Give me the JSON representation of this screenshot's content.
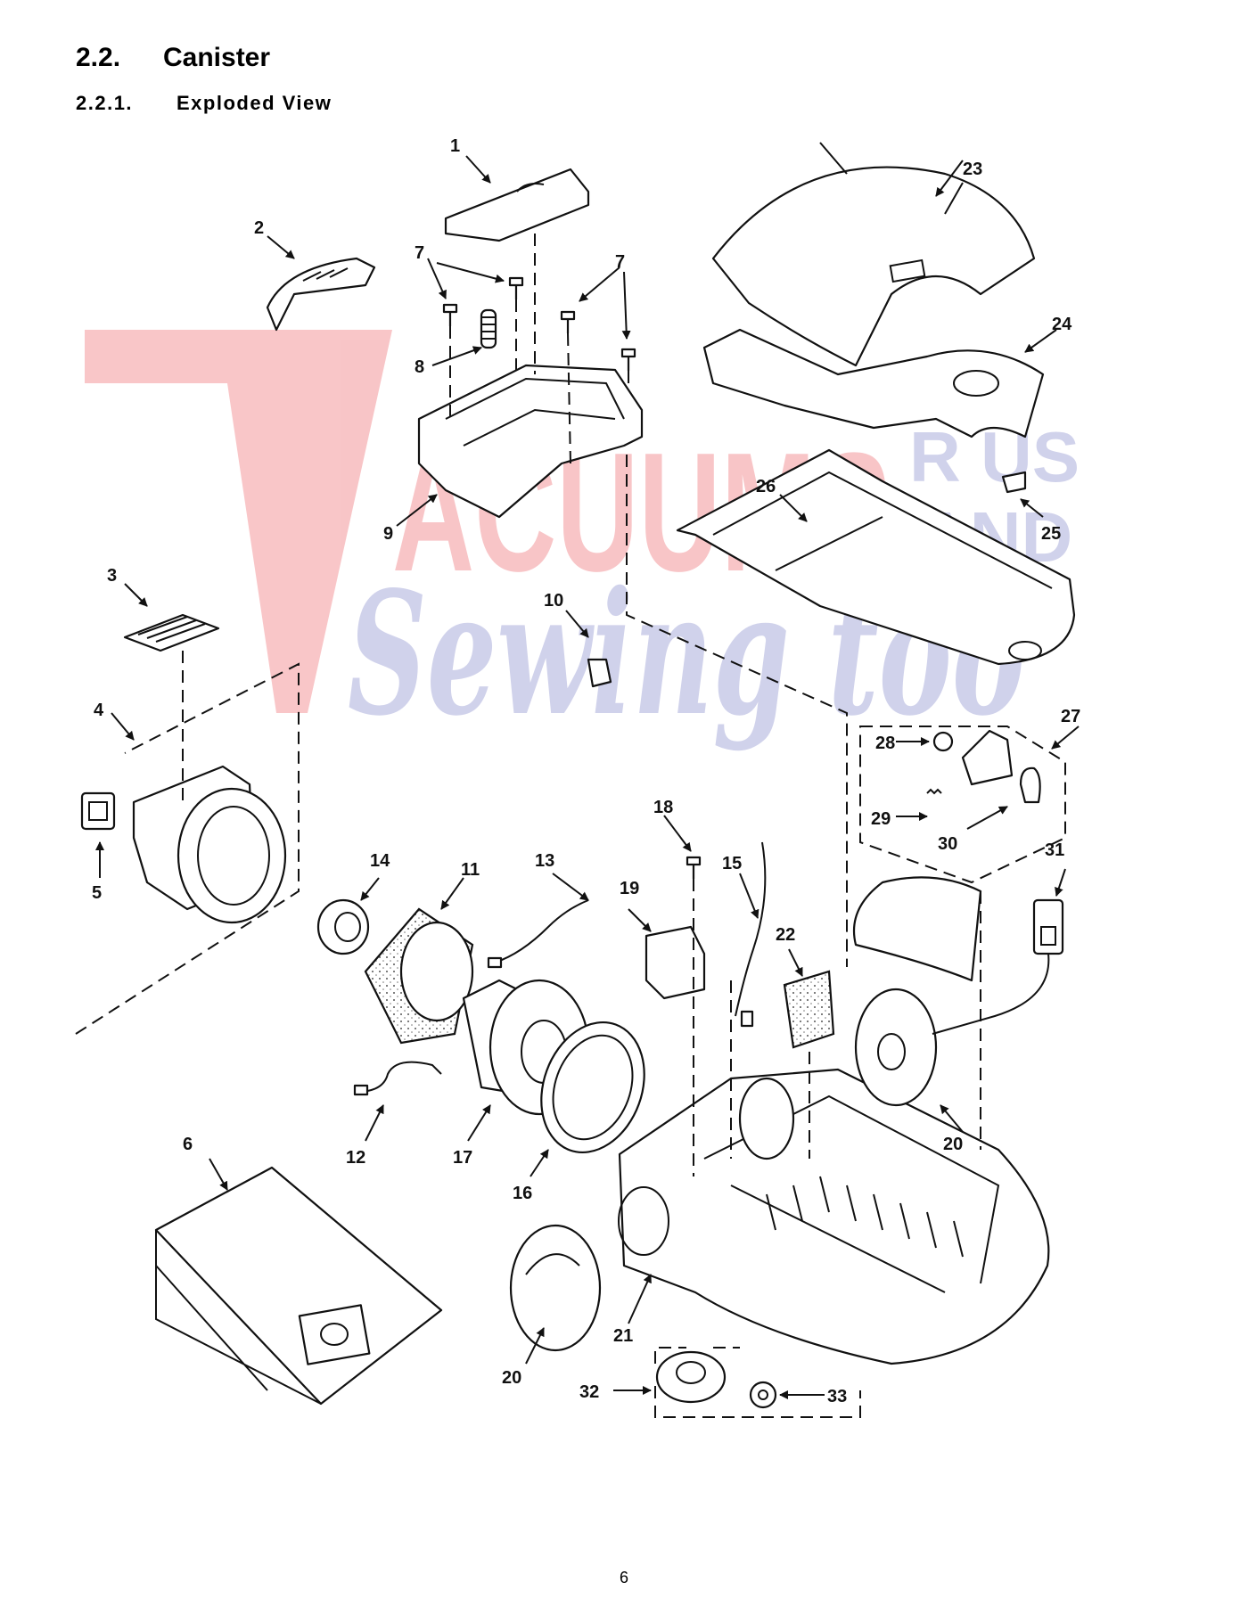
{
  "section": {
    "number": "2.2.",
    "title": "Canister"
  },
  "subsection": {
    "number": "2.2.1.",
    "title": "Exploded View"
  },
  "watermark": {
    "lines": [
      "ACUUMS",
      "R US",
      "AND",
      "Sewing too"
    ],
    "colors": {
      "red": "#e8323a",
      "blue": "#5a5fb8"
    }
  },
  "callouts": {
    "c1": "1",
    "c2": "2",
    "c3": "3",
    "c4": "4",
    "c5": "5",
    "c6": "6",
    "c7a": "7",
    "c7b": "7",
    "c8": "8",
    "c9": "9",
    "c10": "10",
    "c11": "11",
    "c12": "12",
    "c13": "13",
    "c14": "14",
    "c15": "15",
    "c16": "16",
    "c17": "17",
    "c18": "18",
    "c19": "19",
    "c20a": "20",
    "c20b": "20",
    "c21": "21",
    "c22": "22",
    "c23": "23",
    "c24": "24",
    "c25": "25",
    "c26": "26",
    "c27": "27",
    "c28": "28",
    "c29": "29",
    "c30": "30",
    "c31": "31",
    "c32": "32",
    "c33": "33"
  },
  "page_number": "6"
}
